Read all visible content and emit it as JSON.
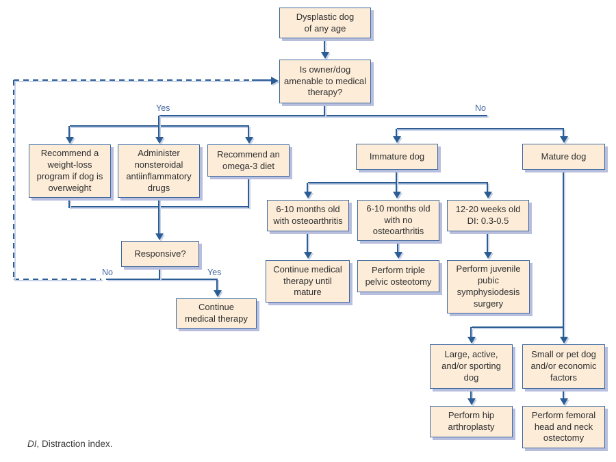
{
  "title": "Dysplastic dog treatment decision flowchart",
  "nodes": {
    "dysplastic": {
      "label": "Dysplastic dog\nof any age"
    },
    "amenable": {
      "label": "Is owner/dog\namenable to medical\ntherapy?"
    },
    "weight_loss": {
      "label": "Recommend a\nweight-loss\nprogram if dog is\noverweight"
    },
    "nsaid": {
      "label": "Administer\nnonsteroidal\nantiinflammatory\ndrugs"
    },
    "omega3": {
      "label": "Recommend an\nomega-3 diet"
    },
    "responsive": {
      "label": "Responsive?"
    },
    "continue_medical": {
      "label": "Continue\nmedical therapy"
    },
    "immature": {
      "label": "Immature dog"
    },
    "mature": {
      "label": "Mature dog"
    },
    "m610_oa": {
      "label": "6-10 months old\nwith osteoarthritis"
    },
    "m610_no_oa": {
      "label": "6-10 months old\nwith no\nosteoarthritis"
    },
    "w1220": {
      "label": "12-20 weeks old\nDI: 0.3-0.5"
    },
    "cont_until_mature": {
      "label": "Continue medical\ntherapy until\nmature"
    },
    "tpo": {
      "label": "Perform triple\npelvic osteotomy"
    },
    "jps": {
      "label": "Perform juvenile\npubic\nsymphysiodesis\nsurgery"
    },
    "large_active": {
      "label": "Large, active,\nand/or sporting\ndog"
    },
    "small_pet": {
      "label": "Small or pet dog\nand/or economic\nfactors"
    },
    "hip": {
      "label": "Perform hip\narthroplasty"
    },
    "femoral": {
      "label": "Perform femoral\nhead and neck\nostectomy"
    }
  },
  "edge_labels": {
    "yes_medical": "Yes",
    "no_medical": "No",
    "no_responsive": "No",
    "yes_responsive": "Yes"
  },
  "caption": {
    "abbr": "DI",
    "rest": ", Distraction index."
  },
  "colors": {
    "background": "#ffffff",
    "box_fill": "#fcecd8",
    "box_border": "#3c689e",
    "box_shadow": "#b8bedd",
    "box_text": "#2f2f2f",
    "line": "#2b5d94",
    "line_echo": "#c8d2e8",
    "edge_label": "#41679e",
    "caption_text": "#3a3a3a"
  }
}
